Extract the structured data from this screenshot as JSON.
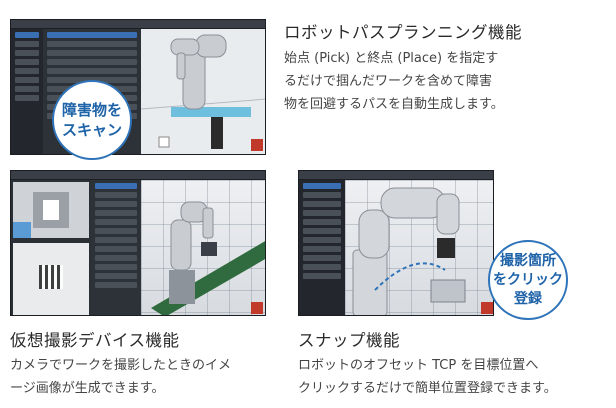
{
  "features": [
    {
      "title": "ロボットパスプランニング機能",
      "desc_lines": [
        "始点 (Pick) と終点 (Place) を指定す",
        "るだけで掴んだワークを含めて障害",
        "物を回避するパスを自動生成します。"
      ],
      "badge_lines": [
        "障害物を",
        "スキャン"
      ]
    },
    {
      "title": "仮想撮影デバイス機能",
      "desc_lines": [
        "カメラでワークを撮影したときのイメ",
        "ージ画像が生成できます。"
      ]
    },
    {
      "title": "スナップ機能",
      "desc_lines": [
        "ロボットのオフセット TCP を目標位置へ",
        "クリックするだけで簡単位置登録できます。"
      ],
      "badge_lines": [
        "撮影箇所",
        "をクリック",
        "登録"
      ]
    }
  ],
  "colors": {
    "badge_border": "#2f74b8",
    "badge_text": "#1f63a8",
    "conveyor": "#2f6b3e"
  }
}
